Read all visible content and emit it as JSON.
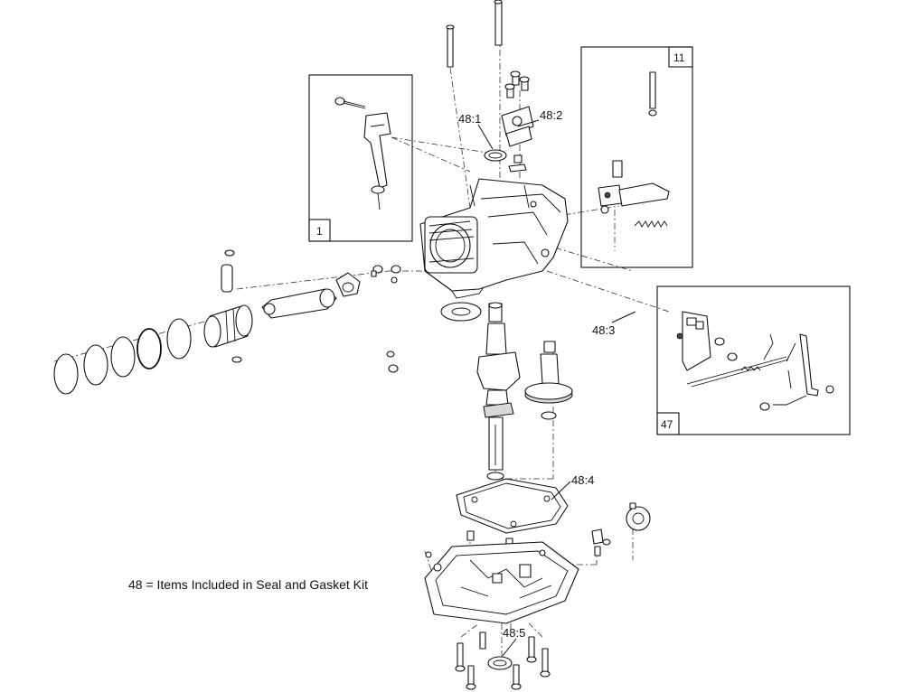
{
  "callouts": {
    "c48_1": "48:1",
    "c48_2": "48:2",
    "c48_3": "48:3",
    "c48_4": "48:4",
    "c48_5": "48:5"
  },
  "boxes": {
    "box_1": "1",
    "box_11": "11",
    "box_47": "47"
  },
  "note": "48 = Items Included in Seal and Gasket Kit",
  "parts": [
    "dipstick-tube",
    "cylinder-block",
    "crankshaft",
    "camshaft",
    "piston",
    "piston-rings",
    "piston-pin",
    "connecting-rod",
    "rod-cap",
    "valve-cover",
    "valve-cover-gasket",
    "oil-seal",
    "crankcase-gasket",
    "crankcase-cover",
    "governor-bracket",
    "governor-spring",
    "throttle-linkage",
    "governor-gear",
    "studs",
    "bolts"
  ]
}
